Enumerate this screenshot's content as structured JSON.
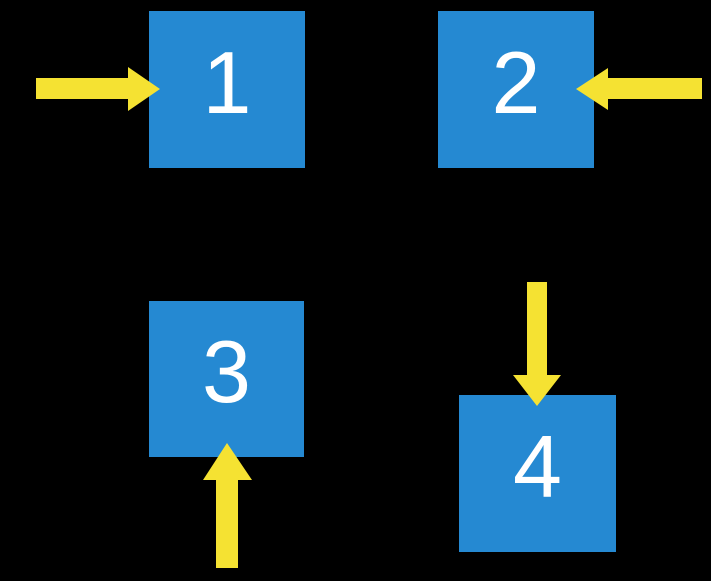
{
  "diagram": {
    "description": "Four numbered squares, each indicated by a yellow block arrow",
    "background_color": "#000000",
    "colors": {
      "box_fill": "#2589D2",
      "box_label": "#FFFFFF",
      "arrow_fill": "#F5E232"
    },
    "boxes": [
      {
        "label": "1",
        "arrow_direction": "right",
        "arrow_enters_from": "left side"
      },
      {
        "label": "2",
        "arrow_direction": "left",
        "arrow_enters_from": "right side"
      },
      {
        "label": "3",
        "arrow_direction": "up",
        "arrow_enters_from": "bottom side"
      },
      {
        "label": "4",
        "arrow_direction": "down",
        "arrow_enters_from": "top side"
      }
    ]
  }
}
